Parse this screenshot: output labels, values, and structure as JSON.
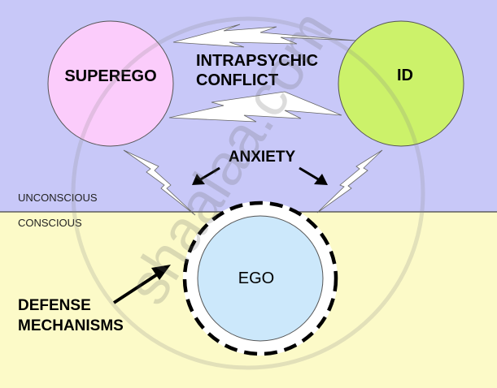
{
  "diagram": {
    "title": "Freudian model of intrapsychic conflict",
    "nodes": {
      "superego": {
        "label": "SUPEREGO",
        "color": "#fbccfb"
      },
      "id": {
        "label": "ID",
        "color": "#ccf26a"
      },
      "ego": {
        "label": "EGO",
        "color": "#cce8fb"
      }
    },
    "labels": {
      "conflict_line1": "INTRAPSYCHIC",
      "conflict_line2": "CONFLICT",
      "anxiety": "ANXIETY",
      "defense_line1": "DEFENSE",
      "defense_line2": "MECHANISMS",
      "unconscious": "UNCONSCIOUS",
      "conscious": "CONSCIOUS"
    },
    "regions": {
      "unconscious_color": "#c8c8f8",
      "conscious_color": "#fcfac8"
    },
    "edges": [
      {
        "from": "superego",
        "to": "id",
        "type": "lightning"
      },
      {
        "from": "id",
        "to": "superego",
        "type": "lightning"
      },
      {
        "from": "superego",
        "to": "ego",
        "type": "lightning"
      },
      {
        "from": "id",
        "to": "ego",
        "type": "lightning"
      },
      {
        "from": "anxiety",
        "to": "ego-left",
        "type": "arrow"
      },
      {
        "from": "anxiety",
        "to": "ego-right",
        "type": "arrow"
      },
      {
        "from": "defense-mechanisms",
        "to": "ego-boundary",
        "type": "arrow"
      }
    ],
    "watermark": "shaalaa.com"
  }
}
